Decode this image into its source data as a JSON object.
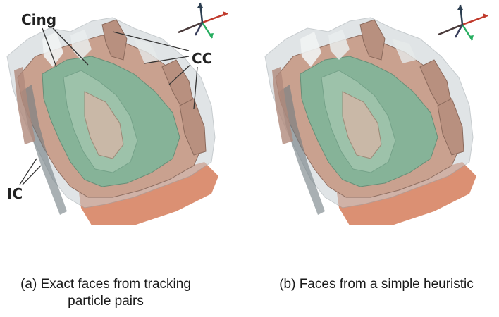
{
  "panels": [
    {
      "id": "a",
      "caption_line1": "(a) Exact faces from tracking",
      "caption_line2": "particle pairs",
      "labels": {
        "cing": "Cing",
        "cc": "CC",
        "ic": "IC"
      }
    },
    {
      "id": "b",
      "caption_line1": "(b) Faces from a simple heuristic"
    }
  ],
  "colors": {
    "tissue_pink": "#c9a18f",
    "tissue_green": "#7fb59a",
    "shell_grey": "#c8cfd2",
    "floor_salmon": "#d98a6c",
    "axis_red": "#c0392b",
    "axis_green": "#27ae60",
    "axis_dark": "#2c3e50"
  },
  "icons": [
    "axis-triad-icon"
  ]
}
